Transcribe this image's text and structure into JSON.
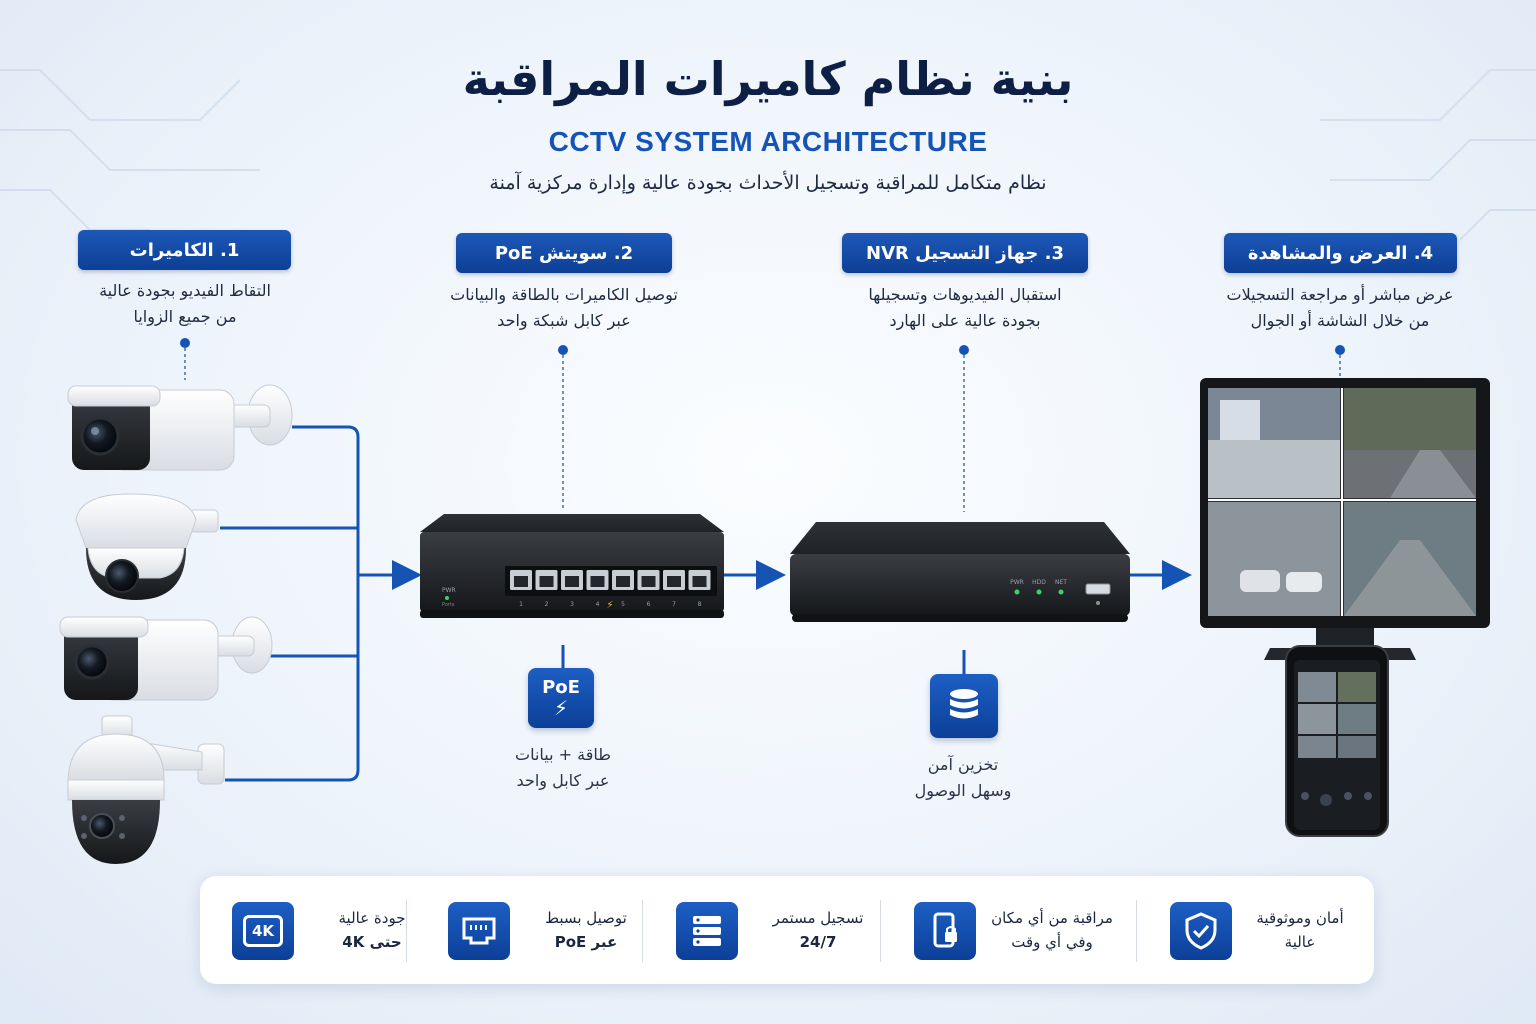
{
  "header": {
    "title": "بنية نظام كاميرات المراقبة",
    "subtitle": "CCTV SYSTEM ARCHITECTURE",
    "tagline": "نظام متكامل للمراقبة وتسجيل الأحداث بجودة عالية وإدارة مركزية آمنة"
  },
  "steps": [
    {
      "label": "1. الكاميرات",
      "desc_line1": "التقاط الفيديو بجودة عالية",
      "desc_line2": "من جميع الزوايا"
    },
    {
      "label": "2. سويتش PoE",
      "desc_line1": "توصيل الكاميرات بالطاقة والبيانات",
      "desc_line2": "عبر كابل شبكة واحد"
    },
    {
      "label": "3. جهاز التسجيل NVR",
      "desc_line1": "استقبال الفيديوهات وتسجيلها",
      "desc_line2": "بجودة عالية على الهارد"
    },
    {
      "label": "4. العرض والمشاهدة",
      "desc_line1": "عرض مباشر أو مراجعة التسجيلات",
      "desc_line2": "من خلال الشاشة أو الجوال"
    }
  ],
  "devices": {
    "switch_leds": [
      "PWR",
      "Ports"
    ],
    "switch_ports": [
      "1",
      "2",
      "3",
      "4",
      "5",
      "6",
      "7",
      "8"
    ],
    "nvr_leds": [
      "PWR",
      "HDD",
      "NET"
    ]
  },
  "notes": {
    "poe_icon_text": "PoE",
    "poe_line1": "طاقة + بيانات",
    "poe_line2": "عبر كابل واحد",
    "storage_line1": "تخزين آمن",
    "storage_line2": "وسهل الوصول"
  },
  "features": [
    {
      "line1": "جودة عالية",
      "line2": "حتى 4K",
      "icon": "4k-icon",
      "icon_text": "4K"
    },
    {
      "line1": "توصيل بسبط",
      "line2": "عبر PoE",
      "icon": "ethernet-port-icon"
    },
    {
      "line1": "تسجيل مستمر",
      "line2": "24/7",
      "icon": "server-icon"
    },
    {
      "line1": "مراقبة من أي مكان",
      "line2": "وفي أي وقت",
      "icon": "mobile-lock-icon"
    },
    {
      "line1": "أمان وموثوقية",
      "line2": "عالية",
      "icon": "shield-check-icon"
    }
  ],
  "colors": {
    "brand_blue": "#0d3f95",
    "accent_blue": "#1553b5",
    "title_navy": "#0e1f46",
    "led_green": "#3fd26a"
  }
}
